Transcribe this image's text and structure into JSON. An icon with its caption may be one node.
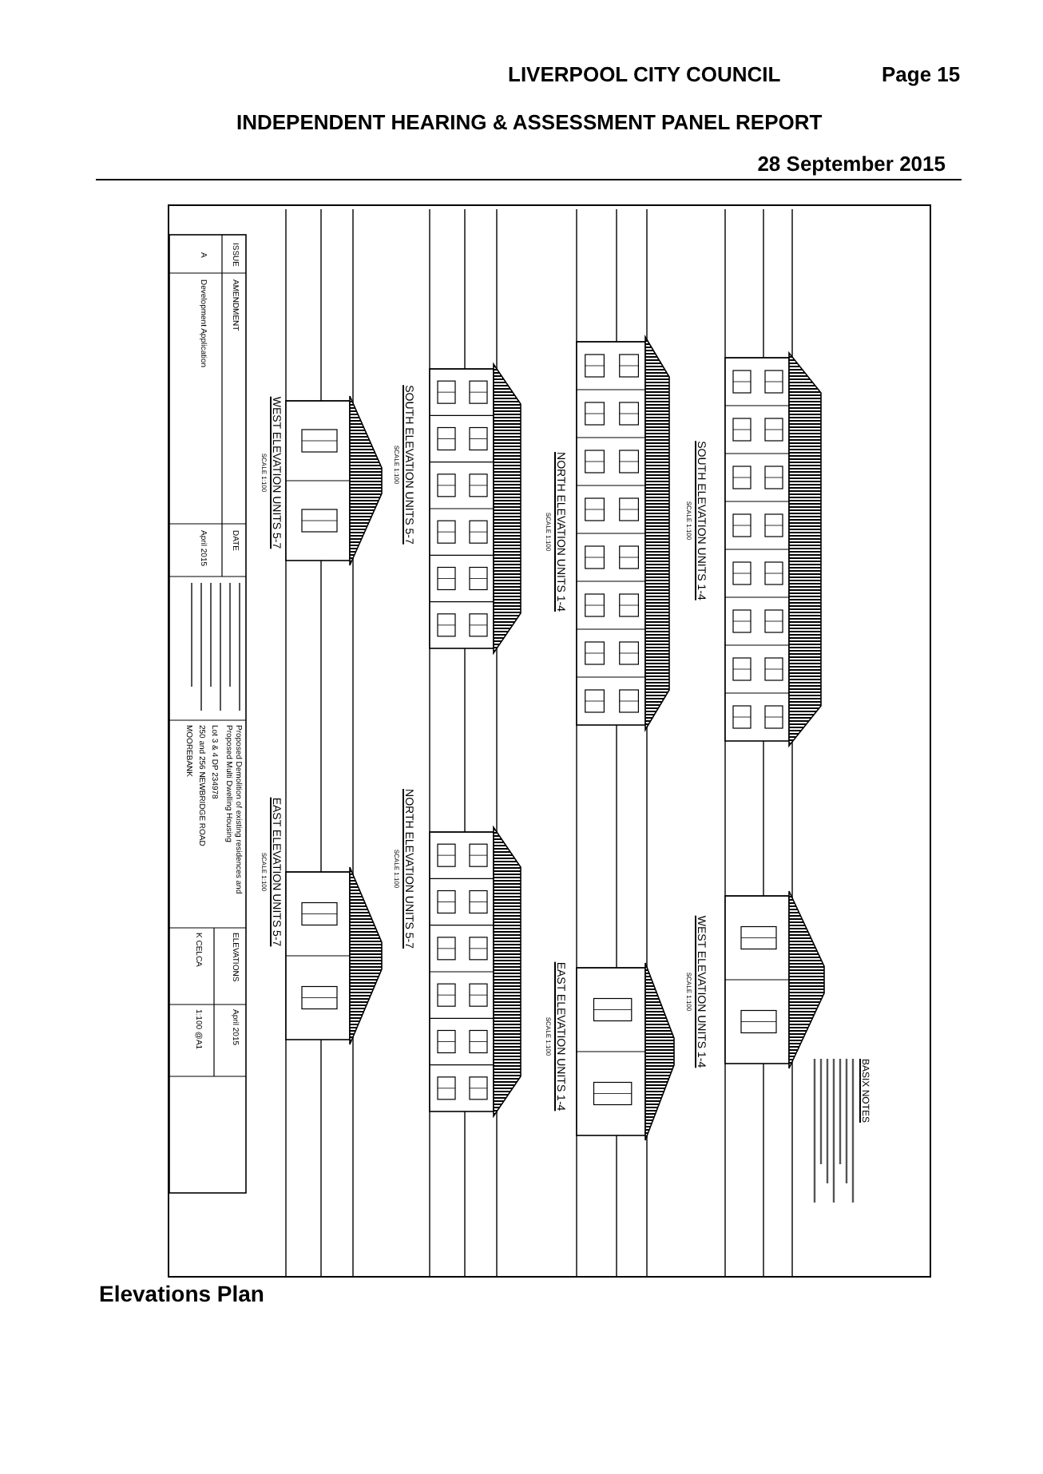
{
  "diagram": {
    "title": "INDEPENDENT HEARING & ASSESSMENT PANEL REPORT",
    "caption": "Elevations Plan",
    "labels": [
      "LIVERPOOL CITY COUNCIL",
      "Page 15",
      "28 September 2015",
      "SOUTH ELEVATION UNITS 1-4",
      "SCALE 1:100",
      "WEST ELEVATION UNITS 1-4",
      "SCALE 1:100",
      "BASIX NOTES",
      "NORTH ELEVATION UNITS 1-4",
      "SCALE 1:100",
      "EAST ELEVATION UNITS 1-4",
      "SCALE 1:100",
      "SOUTH ELEVATION UNITS 5-7",
      "SCALE 1:100",
      "NORTH ELEVATION UNITS 5-7",
      "SCALE 1:100",
      "WEST ELEVATION UNITS 5-7",
      "SCALE 1:100",
      "EAST ELEVATION UNITS 5-7",
      "SCALE 1:100",
      "ISSUE",
      "AMENDMENT",
      "DATE",
      "A",
      "Development Application",
      "April 2015",
      "Proposed Demolition of existing residences and Proposed Multi Dwelling Housing",
      "Lot 3 & 4 DP 234978",
      "250 and 256 NEWBRIDGE ROAD",
      "MOOREBANK",
      "ELEVATIONS",
      "K CELCA",
      "April 2015",
      "1:100 @A1"
    ]
  }
}
